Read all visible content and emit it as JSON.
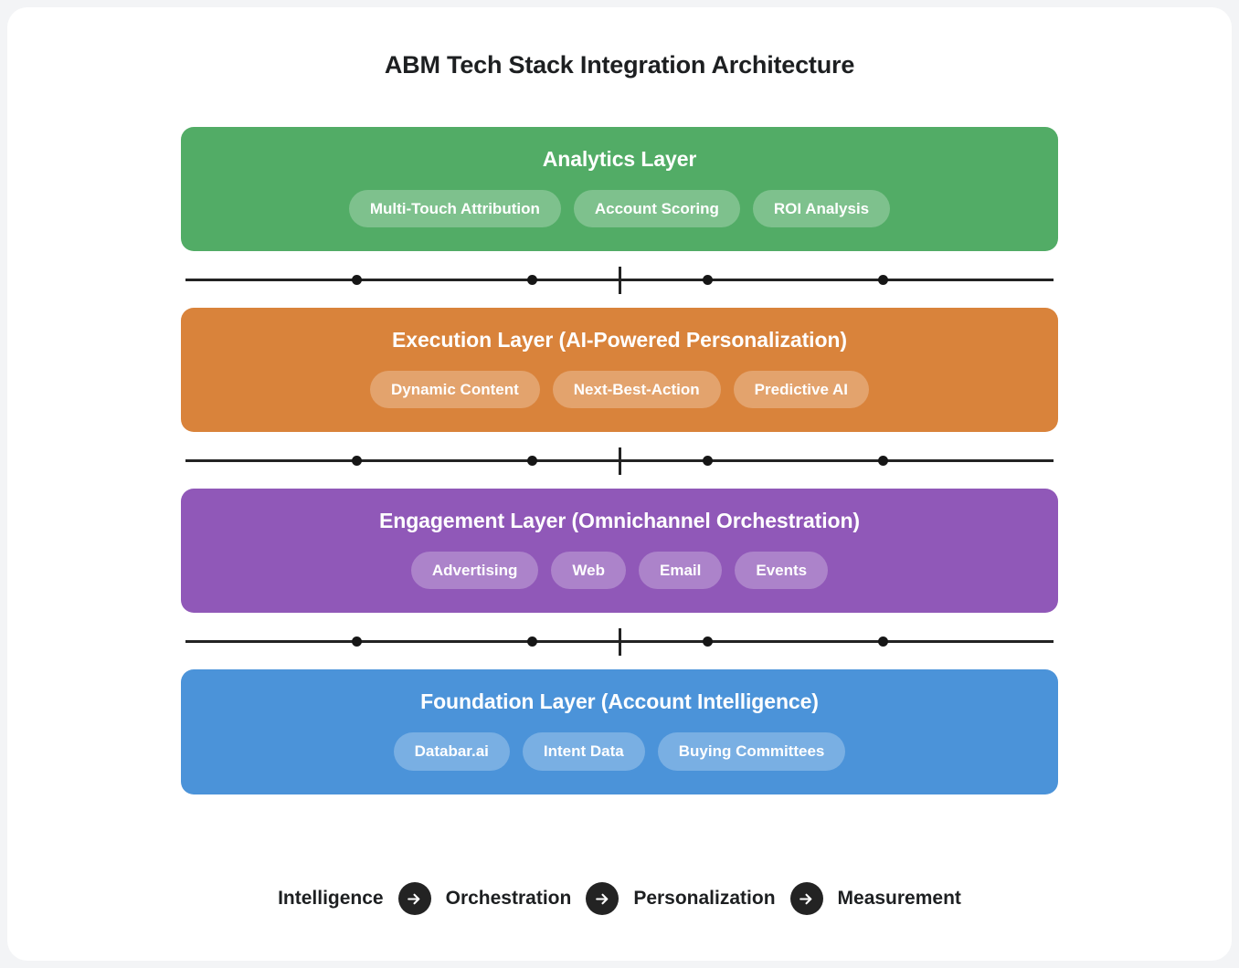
{
  "diagram": {
    "title": "ABM Tech Stack Integration Architecture",
    "colors": {
      "analytics": "#52ac66",
      "execution": "#d9833b",
      "engagement": "#9058b8",
      "foundation": "#4b93d9",
      "connector": "#232323",
      "title_text": "#1d1f21",
      "card_background": "#ffffff",
      "page_background": "#f3f4f6"
    },
    "layers": [
      {
        "id": "analytics",
        "title": "Analytics Layer",
        "color": "#52ac66",
        "items": [
          "Multi-Touch Attribution",
          "Account Scoring",
          "ROI Analysis"
        ]
      },
      {
        "id": "execution",
        "title": "Execution Layer (AI-Powered Personalization)",
        "color": "#d9833b",
        "items": [
          "Dynamic Content",
          "Next-Best-Action",
          "Predictive AI"
        ]
      },
      {
        "id": "engagement",
        "title": "Engagement Layer (Omnichannel Orchestration)",
        "color": "#9058b8",
        "items": [
          "Advertising",
          "Web",
          "Email",
          "Events"
        ]
      },
      {
        "id": "foundation",
        "title": "Foundation Layer (Account Intelligence)",
        "color": "#4b93d9",
        "items": [
          "Databar.ai",
          "Intent Data",
          "Buying Committees"
        ]
      }
    ],
    "flow": {
      "steps": [
        "Intelligence",
        "Orchestration",
        "Personalization",
        "Measurement"
      ],
      "separator_icon": "arrow-right-icon"
    }
  }
}
